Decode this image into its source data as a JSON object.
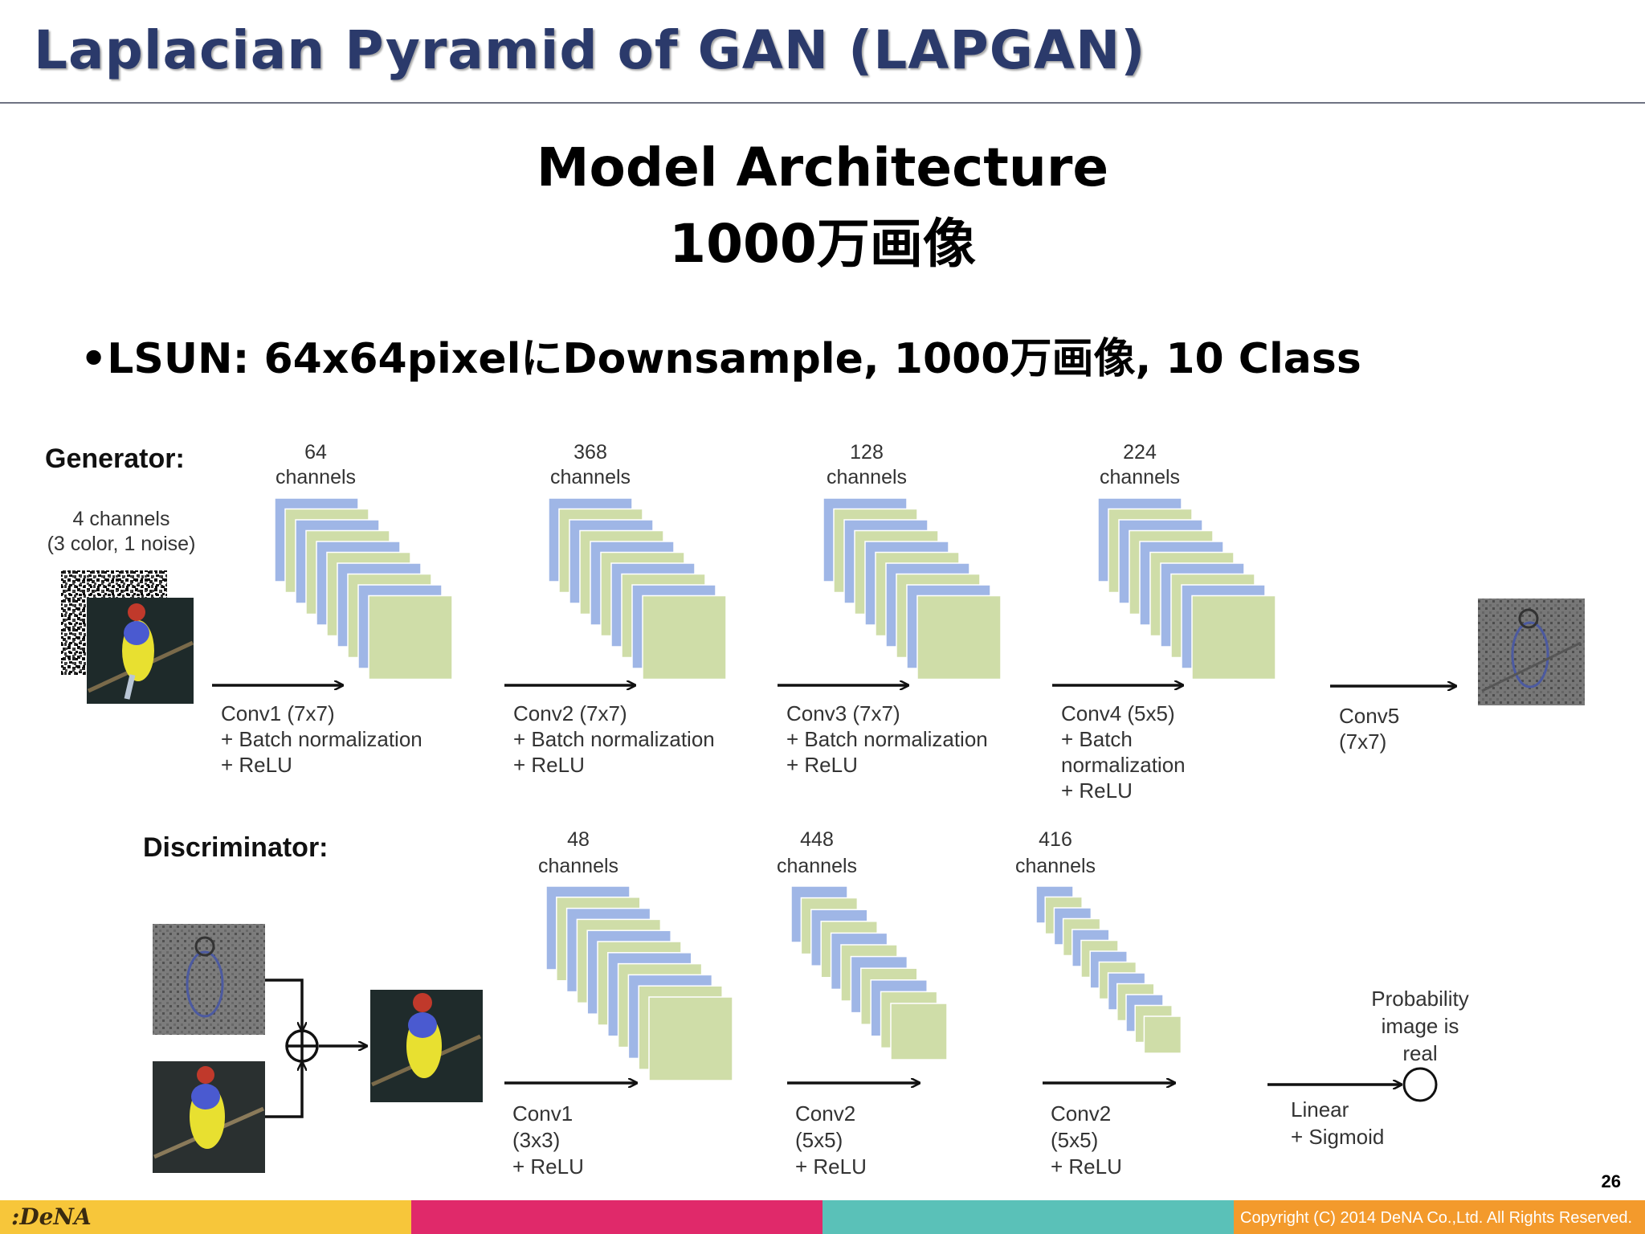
{
  "slide": {
    "title": "Laplacian Pyramid of GAN (LAPGAN)",
    "heading_line1": "Model Architecture",
    "heading_line2": "1000万画像",
    "bullet": "•LSUN: 64x64pixelにDownsample, 1000万画像, 10 Class",
    "page_number": "26",
    "copyright": "Copyright (C) 2014 DeNA Co.,Ltd. All Rights Reserved.",
    "logo": ":DeNA"
  },
  "diagram": {
    "generator_label": "Generator:",
    "discriminator_label": "Discriminator:",
    "input_label": [
      "4 channels",
      "(3 color, 1 noise)"
    ],
    "probability_label": [
      "Probability",
      "image is",
      "real"
    ],
    "generator_stacks": [
      {
        "channels": "64",
        "unit": "channels",
        "op": [
          "Conv1 (7x7)",
          "+ Batch normalization",
          "+ ReLU"
        ]
      },
      {
        "channels": "368",
        "unit": "channels",
        "op": [
          "Conv2 (7x7)",
          "+ Batch normalization",
          "+ ReLU"
        ]
      },
      {
        "channels": "128",
        "unit": "channels",
        "op": [
          "Conv3 (7x7)",
          "+ Batch normalization",
          "+ ReLU"
        ]
      },
      {
        "channels": "224",
        "unit": "channels",
        "op": [
          "Conv4 (5x5)",
          "+ Batch",
          "normalization",
          "+ ReLU"
        ]
      }
    ],
    "generator_final_op": [
      "Conv5",
      "(7x7)"
    ],
    "discriminator_stacks": [
      {
        "channels": "48",
        "unit": "channels",
        "op": [
          "Conv1",
          "(3x3)",
          "+ ReLU"
        ]
      },
      {
        "channels": "448",
        "unit": "channels",
        "op": [
          "Conv2",
          "(5x5)",
          "+ ReLU"
        ]
      },
      {
        "channels": "416",
        "unit": "channels",
        "op": [
          "Conv2",
          "(5x5)",
          "+ ReLU"
        ]
      }
    ],
    "discriminator_final_op": [
      "Linear",
      "+ Sigmoid"
    ],
    "colors": {
      "blue": "#9fb6e6",
      "green": "#cfdda8",
      "arrow": "#111111"
    }
  }
}
